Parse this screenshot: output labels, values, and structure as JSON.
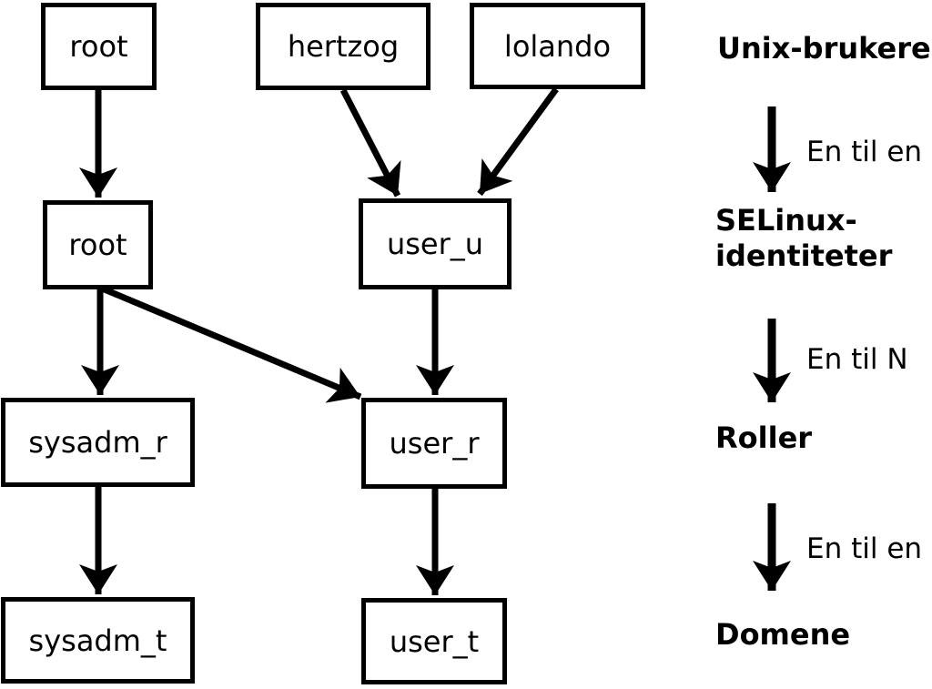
{
  "diagram": {
    "nodes": [
      {
        "id": "unix-root",
        "group": "unix-user",
        "label": "root"
      },
      {
        "id": "unix-hertzog",
        "group": "unix-user",
        "label": "hertzog"
      },
      {
        "id": "unix-lolando",
        "group": "unix-user",
        "label": "lolando"
      },
      {
        "id": "selinux-root",
        "group": "selinux-identity",
        "label": "root"
      },
      {
        "id": "selinux-user_u",
        "group": "selinux-identity",
        "label": "user_u"
      },
      {
        "id": "role-sysadm_r",
        "group": "role",
        "label": "sysadm_r"
      },
      {
        "id": "role-user_r",
        "group": "role",
        "label": "user_r"
      },
      {
        "id": "domain-sysadm_t",
        "group": "domain",
        "label": "sysadm_t"
      },
      {
        "id": "domain-user_t",
        "group": "domain",
        "label": "user_t"
      }
    ],
    "edges": [
      {
        "from": "unix-root",
        "to": "selinux-root"
      },
      {
        "from": "unix-hertzog",
        "to": "selinux-user_u"
      },
      {
        "from": "unix-lolando",
        "to": "selinux-user_u"
      },
      {
        "from": "selinux-root",
        "to": "role-sysadm_r"
      },
      {
        "from": "selinux-root",
        "to": "role-user_r"
      },
      {
        "from": "selinux-user_u",
        "to": "role-user_r"
      },
      {
        "from": "role-sysadm_r",
        "to": "domain-sysadm_t"
      },
      {
        "from": "role-user_r",
        "to": "domain-user_t"
      }
    ],
    "legend": {
      "levels": [
        {
          "label": "Unix-brukere"
        },
        {
          "label": "SELinux-identiteter"
        },
        {
          "label": "Roller"
        },
        {
          "label": "Domene"
        }
      ],
      "relations": [
        {
          "label": "En til en"
        },
        {
          "label": "En til N"
        },
        {
          "label": "En til en"
        }
      ]
    },
    "colors": {
      "foreground": "#000000",
      "box_fill": "#ffffff",
      "background": "#ffffff"
    }
  }
}
